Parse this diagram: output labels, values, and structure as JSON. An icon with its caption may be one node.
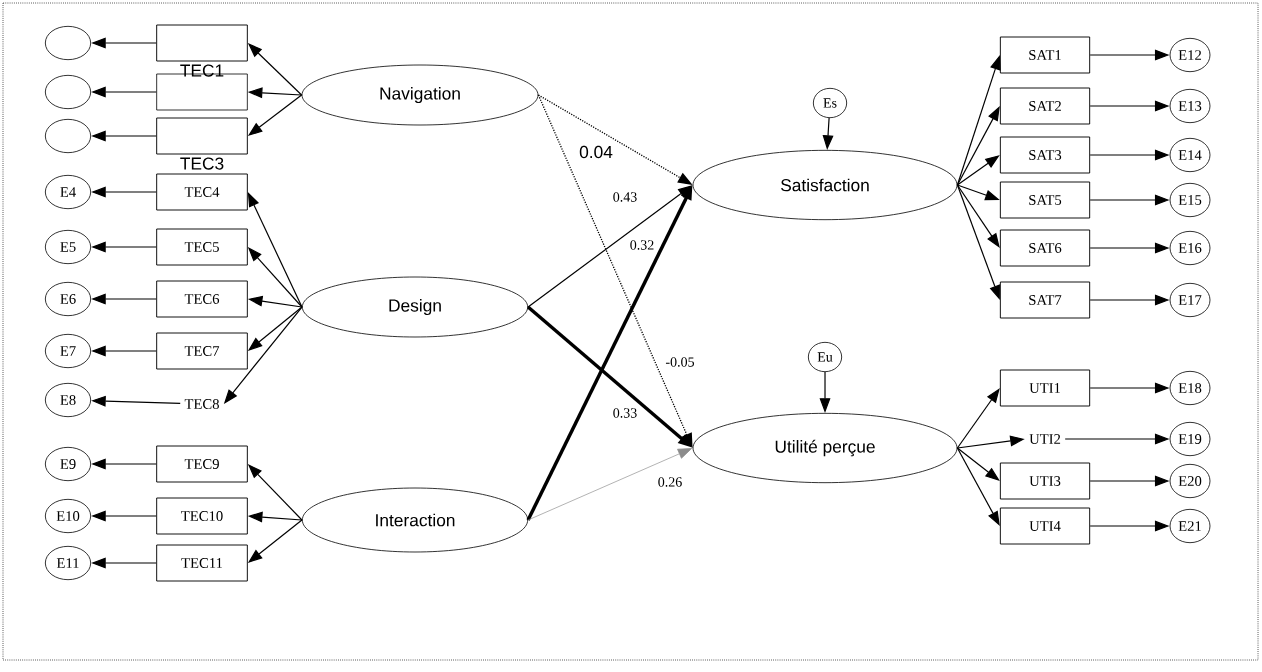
{
  "diagram": {
    "nodes": [
      {
        "text": [
          "Navigation"
        ]
      },
      {
        "text": [
          "Design"
        ]
      },
      {
        "text": [
          "Interaction"
        ]
      },
      {
        "text": [
          "Satisfaction"
        ]
      },
      {
        "text": [
          "Utilité perçue"
        ]
      },
      {
        "text": [
          "TEC1"
        ]
      },
      {
        "text": [],
        "shape": "box"
      },
      {
        "text": [
          "TEC3"
        ]
      },
      {
        "text": [
          "TEC4"
        ]
      },
      {
        "text": [
          "TEC5"
        ]
      },
      {
        "text": [
          "TEC6"
        ]
      },
      {
        "text": [
          "TEC7"
        ]
      },
      {
        "text": [
          "TEC8"
        ]
      },
      {
        "text": [
          "TEC9"
        ]
      },
      {
        "text": [
          "TEC10"
        ]
      },
      {
        "text": [
          "TEC11"
        ]
      },
      {
        "text": [],
        "shape": "circle"
      },
      {
        "text": [],
        "shape": "circle"
      },
      {
        "text": [],
        "shape": "circle"
      },
      {
        "text": [
          "E4"
        ]
      },
      {
        "text": [
          "E5"
        ]
      },
      {
        "text": [
          "E6"
        ]
      },
      {
        "text": [
          "E7"
        ]
      },
      {
        "text": [
          "E8"
        ]
      },
      {
        "text": [
          "E9"
        ]
      },
      {
        "text": [
          "E10"
        ]
      },
      {
        "text": [
          "E11"
        ]
      },
      {
        "text": [
          "Es"
        ]
      },
      {
        "text": [
          "Eu"
        ]
      },
      {
        "text": [
          "SAT1"
        ]
      },
      {
        "text": [
          "SAT2"
        ]
      },
      {
        "text": [
          "SAT3"
        ]
      },
      {
        "text": [
          "SAT5"
        ]
      },
      {
        "text": [
          "SAT6"
        ]
      },
      {
        "text": [
          "SAT7"
        ]
      },
      {
        "text": [
          "UTI1"
        ]
      },
      {
        "text": [
          "UTI2"
        ]
      },
      {
        "text": [
          "UTI3"
        ]
      },
      {
        "text": [
          "UTI4"
        ]
      },
      {
        "text": [
          "E12"
        ]
      },
      {
        "text": [
          "E13"
        ]
      },
      {
        "text": [
          "E14"
        ]
      },
      {
        "text": [
          "E15"
        ]
      },
      {
        "text": [
          "E16"
        ]
      },
      {
        "text": [
          "E17"
        ]
      },
      {
        "text": [
          "E18"
        ]
      },
      {
        "text": [
          "E19"
        ]
      },
      {
        "text": [
          "E20"
        ]
      },
      {
        "text": [
          "E21"
        ]
      }
    ],
    "edges": [
      {
        "from": 0,
        "to": 3,
        "arrow": "to",
        "label": "0.04",
        "style": "dashed"
      },
      {
        "from": 0,
        "to": 4,
        "arrow": "to",
        "label": "-0.05",
        "style": "dashed"
      },
      {
        "from": 1,
        "to": 3,
        "arrow": "to",
        "label": "0.43"
      },
      {
        "from": 1,
        "to": 4,
        "arrow": "to",
        "label": "0.33",
        "style": "thick"
      },
      {
        "from": 2,
        "to": 3,
        "arrow": "to",
        "label": "0.32",
        "style": "thick"
      },
      {
        "from": 2,
        "to": 4,
        "arrow": "to",
        "label": "0.26",
        "color": "#8c8c8c"
      },
      {
        "from": 0,
        "to": 5,
        "arrow": "to"
      },
      {
        "from": 0,
        "to": 6,
        "arrow": "to"
      },
      {
        "from": 0,
        "to": 7,
        "arrow": "to"
      },
      {
        "from": 1,
        "to": 8,
        "arrow": "to"
      },
      {
        "from": 1,
        "to": 9,
        "arrow": "to"
      },
      {
        "from": 1,
        "to": 10,
        "arrow": "to"
      },
      {
        "from": 1,
        "to": 11,
        "arrow": "to"
      },
      {
        "from": 1,
        "to": 12,
        "arrow": "to"
      },
      {
        "from": 2,
        "to": 13,
        "arrow": "to"
      },
      {
        "from": 2,
        "to": 14,
        "arrow": "to"
      },
      {
        "from": 2,
        "to": 15,
        "arrow": "to"
      },
      {
        "from": 5,
        "to": 16,
        "arrow": "to"
      },
      {
        "from": 6,
        "to": 17,
        "arrow": "to"
      },
      {
        "from": 7,
        "to": 18,
        "arrow": "to"
      },
      {
        "from": 8,
        "to": 19,
        "arrow": "to"
      },
      {
        "from": 9,
        "to": 20,
        "arrow": "to"
      },
      {
        "from": 10,
        "to": 21,
        "arrow": "to"
      },
      {
        "from": 11,
        "to": 22,
        "arrow": "to"
      },
      {
        "from": 12,
        "to": 23,
        "arrow": "to"
      },
      {
        "from": 13,
        "to": 24,
        "arrow": "to"
      },
      {
        "from": 14,
        "to": 25,
        "arrow": "to"
      },
      {
        "from": 15,
        "to": 26,
        "arrow": "to"
      },
      {
        "from": 27,
        "to": 3,
        "arrow": "to"
      },
      {
        "from": 28,
        "to": 4,
        "arrow": "to"
      },
      {
        "from": 3,
        "to": 29,
        "arrow": "to"
      },
      {
        "from": 3,
        "to": 30,
        "arrow": "to"
      },
      {
        "from": 3,
        "to": 31,
        "arrow": "to"
      },
      {
        "from": 3,
        "to": 32,
        "arrow": "to"
      },
      {
        "from": 3,
        "to": 33,
        "arrow": "to"
      },
      {
        "from": 3,
        "to": 34,
        "arrow": "to"
      },
      {
        "from": 4,
        "to": 35,
        "arrow": "to"
      },
      {
        "from": 4,
        "to": 36,
        "arrow": "to"
      },
      {
        "from": 4,
        "to": 37,
        "arrow": "to"
      },
      {
        "from": 4,
        "to": 38,
        "arrow": "to"
      },
      {
        "from": 29,
        "to": 39,
        "arrow": "to"
      },
      {
        "from": 30,
        "to": 40,
        "arrow": "to"
      },
      {
        "from": 31,
        "to": 41,
        "arrow": "to"
      },
      {
        "from": 32,
        "to": 42,
        "arrow": "to"
      },
      {
        "from": 33,
        "to": 43,
        "arrow": "to"
      },
      {
        "from": 34,
        "to": 44,
        "arrow": "to"
      },
      {
        "from": 35,
        "to": 45,
        "arrow": "to"
      },
      {
        "from": 36,
        "to": 46,
        "arrow": "to"
      },
      {
        "from": 37,
        "to": 47,
        "arrow": "to"
      },
      {
        "from": 38,
        "to": 48,
        "arrow": "to"
      }
    ]
  }
}
